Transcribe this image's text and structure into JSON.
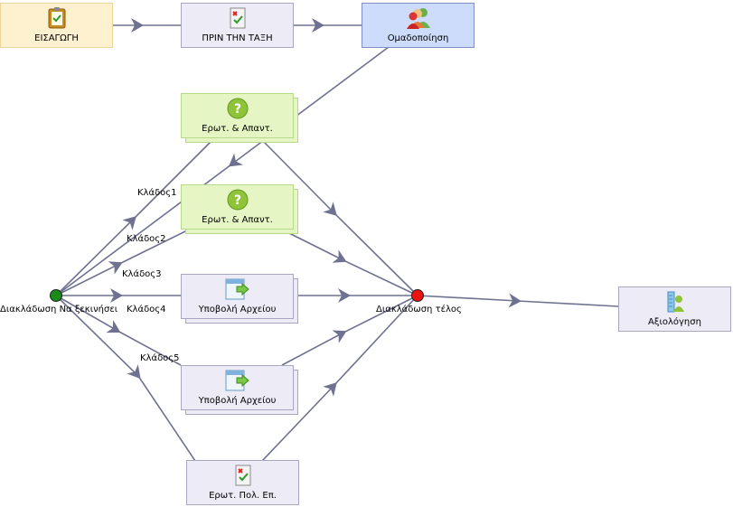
{
  "nodes": {
    "eisagogi": "ΕΙΣΑΓΩΓΗ",
    "prin": "ΠΡΙΝ ΤΗΝ ΤΑΞΗ",
    "omadopoiisi": "Ομαδοποίηση",
    "qa1": "Ερωτ. & Απαντ.",
    "qa2": "Ερωτ. & Απαντ.",
    "upload1": "Υποβολή Αρχείου",
    "upload2": "Υποβολή Αρχείου",
    "mcq": "Ερωτ. Πολ. Επ.",
    "axiologisi": "Αξιολόγηση"
  },
  "gateways": {
    "start": "Διακλάδωση Να ξεκινήσει",
    "end": "Διακλάδωση τέλος"
  },
  "branches": [
    "Κλάδος1",
    "Κλάδος2",
    "Κλάδος3",
    "Κλάδος4",
    "Κλάδος5"
  ],
  "colors": {
    "edge": "#6f7190",
    "start_gateway": "#1a8a1a",
    "end_gateway": "#ee1111"
  }
}
